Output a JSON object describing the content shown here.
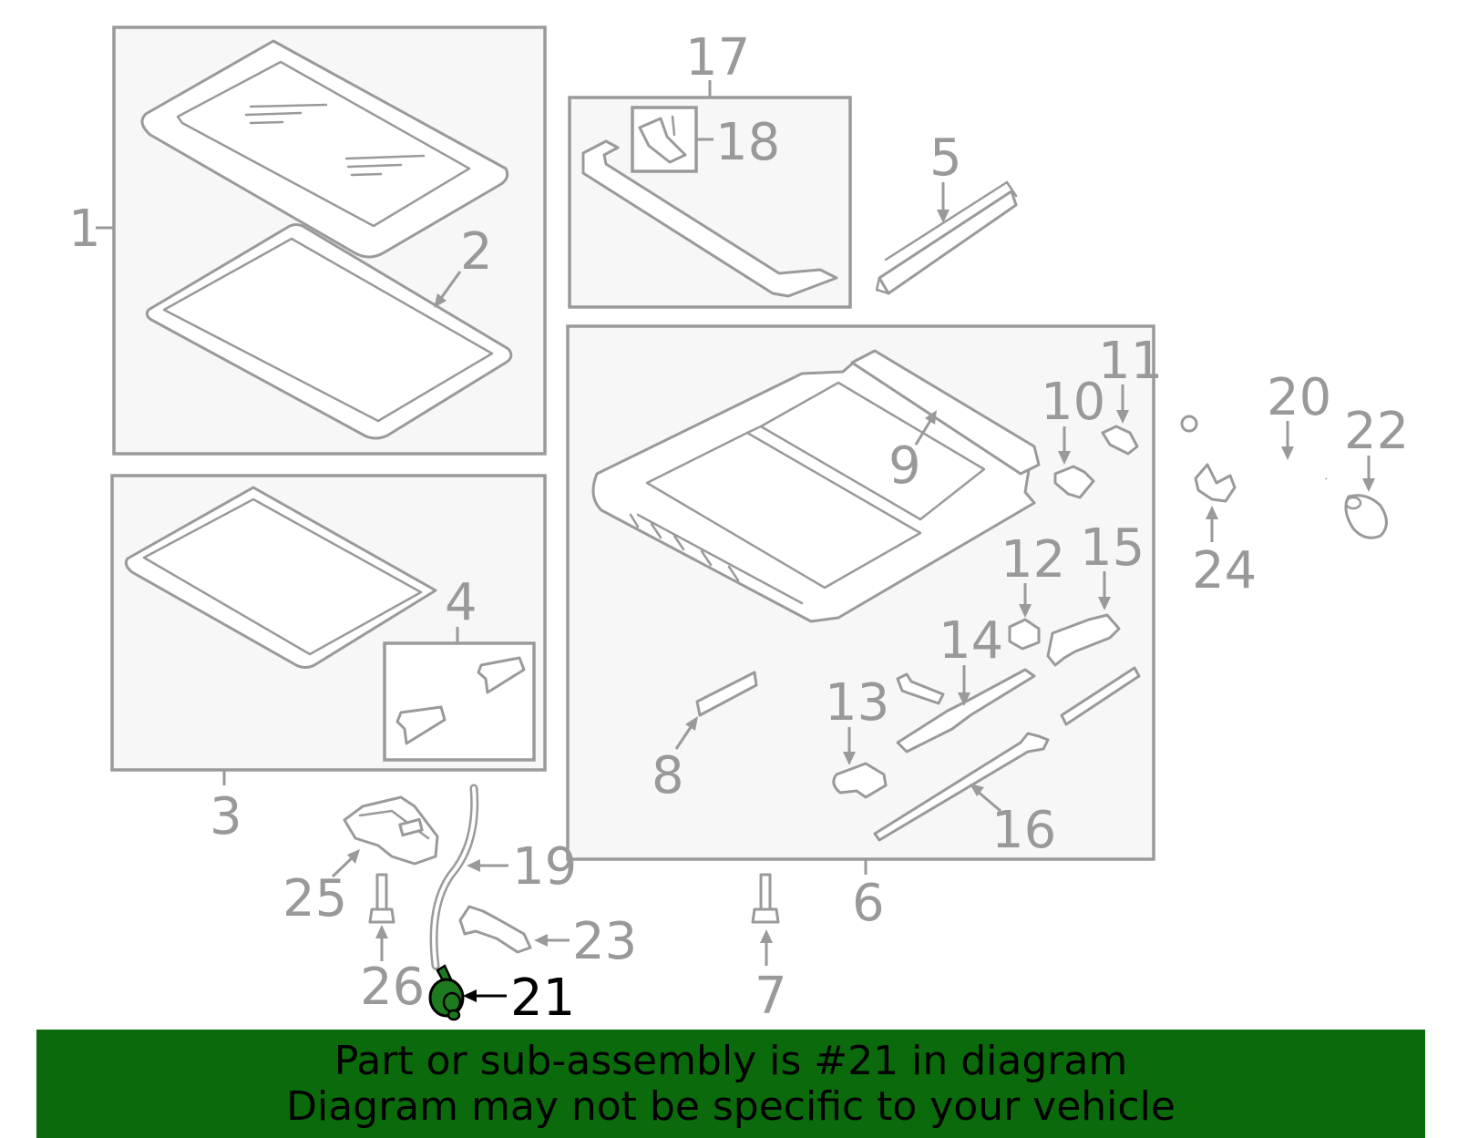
{
  "highlight": {
    "part": "21",
    "color": "#1e7a1e"
  },
  "banner": {
    "line1": "Part or sub-assembly is #21 in diagram",
    "line2": "Diagram may not be specific to your vehicle",
    "background": "#0b6a0b"
  },
  "callouts": {
    "c1": "1",
    "c2": "2",
    "c3": "3",
    "c4": "4",
    "c5": "5",
    "c6": "6",
    "c7": "7",
    "c8": "8",
    "c9": "9",
    "c10": "10",
    "c11": "11",
    "c12": "12",
    "c13": "13",
    "c14": "14",
    "c15": "15",
    "c16": "16",
    "c17": "17",
    "c18": "18",
    "c19": "19",
    "c20": "20",
    "c21": "21",
    "c22": "22",
    "c23": "23",
    "c24": "24",
    "c25": "25",
    "c26": "26"
  }
}
